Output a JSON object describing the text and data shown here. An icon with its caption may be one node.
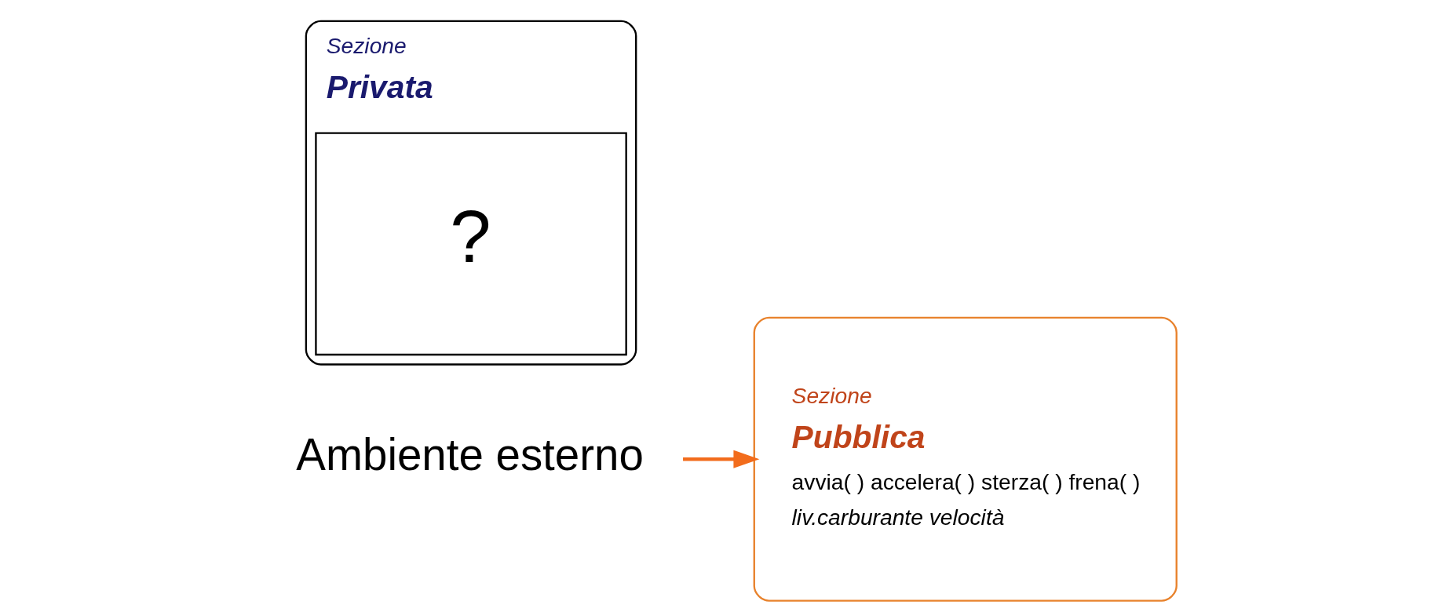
{
  "diagram": {
    "nodes": [
      {
        "text": [
          "Ambiente esterno"
        ]
      },
      {
        "text": [
          "Sezione",
          "Pubblica",
          "avvia( ) accelera( ) sterza( ) frena( )",
          "liv.carburante velocità"
        ]
      },
      {
        "text": [
          "Sezione",
          "Privata"
        ]
      },
      {
        "text": [
          "?"
        ],
        "in": 2
      }
    ],
    "edges": [
      {
        "from": 0,
        "to": 1,
        "arrow": "to",
        "color": "#f26c1c"
      }
    ]
  }
}
